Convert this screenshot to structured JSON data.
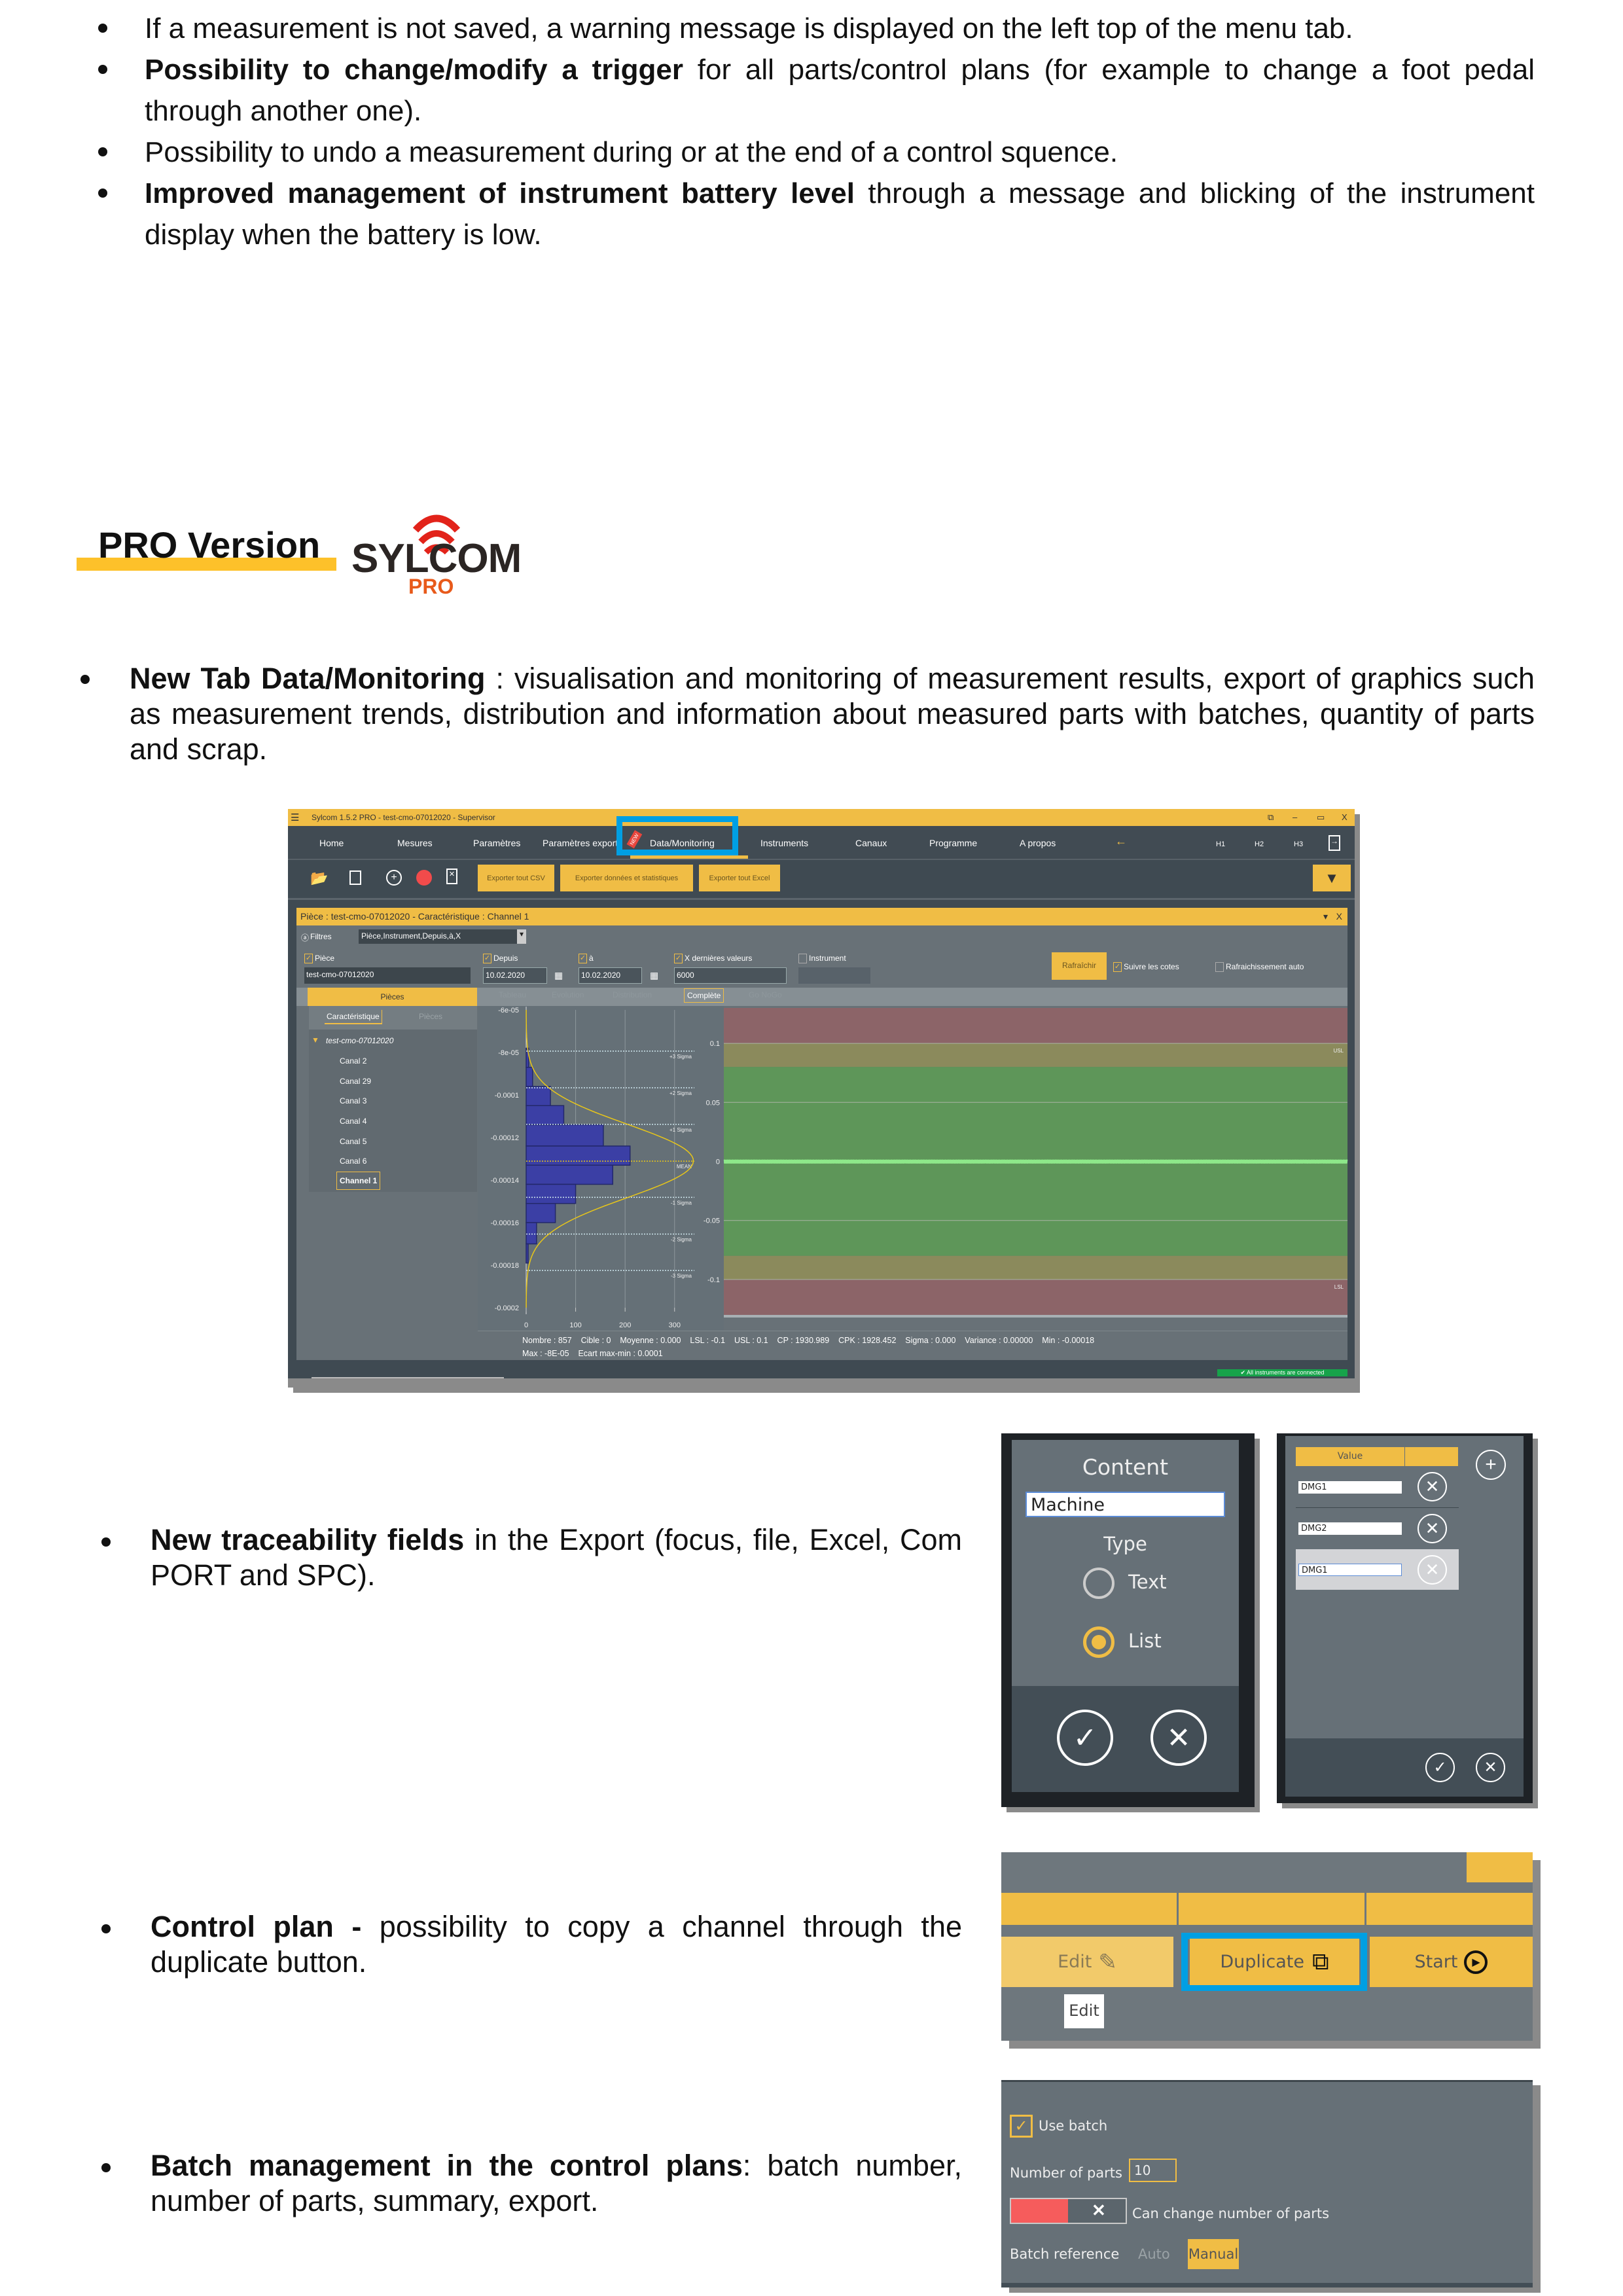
{
  "intro_bullets": [
    {
      "bold": "",
      "text": "If a measurement is not saved, a warning message is displayed on the left top of the menu tab."
    },
    {
      "bold": "Possibility to change/modify a trigger",
      "text": " for all parts/control plans (for example to change a foot pedal through another one)."
    },
    {
      "bold": "",
      "text": "Possibility to undo a measurement during or at the end of a control squence."
    },
    {
      "bold": "Improved management of instrument battery level",
      "text": " through a message and blicking of the instrument display when the battery is low."
    }
  ],
  "pro_section": {
    "heading": "PRO Version",
    "logo_text": "SYLCOM",
    "logo_sub": "PRO",
    "logo_colors": {
      "text": "#2b2523",
      "waves": "#e2231a",
      "sub": "#e85a1b"
    }
  },
  "features": [
    {
      "bold": "New Tab Data/Monitoring",
      "text": " : visualisation and monitoring of measurement results, export of graphics such as measurement trends, distribution and information about measured parts with batches, quantity of parts and scrap."
    },
    {
      "bold": "New traceability fields",
      "text": " in the Export (focus, file, Excel, Com PORT and SPC)."
    },
    {
      "bold": "Control plan -",
      "text": " possibility to copy a channel through the duplicate button."
    },
    {
      "bold": "Batch management in the control plans",
      "text": ": batch number, number of parts, summary, export."
    }
  ],
  "app": {
    "title": "Sylcom 1.5.2 PRO - test-cmo-07012020 - Supervisor",
    "window_controls": [
      "⧉",
      "–",
      "▭",
      "X"
    ],
    "nav": {
      "tabs": [
        "Home",
        "Mesures",
        "Paramètres",
        "Paramètres export",
        "Data/Monitoring",
        "Instruments",
        "Canaux",
        "Programme",
        "A propos"
      ],
      "active": "Data/Monitoring",
      "new_badge": "NEW",
      "back_icon": "←",
      "h_buttons": [
        "H1",
        "H2",
        "H3"
      ]
    },
    "toolbar": {
      "icons": [
        "open-folder-icon",
        "save-icon",
        "add-icon",
        "record-icon",
        "delete-file-icon"
      ],
      "buttons": [
        "Exporter tout CSV",
        "Exporter données et statistiques",
        "Exporter tout Excel"
      ]
    },
    "header": "Pièce : test-cmo-07012020 - Caractéristique : Channel 1",
    "filters": {
      "label": "Filtres",
      "value": "Pièce,Instrument,Depuis,à,X"
    },
    "fields": {
      "piece": {
        "label": "Pièce",
        "checked": true,
        "value": "test-cmo-07012020"
      },
      "depuis": {
        "label": "Depuis",
        "checked": true,
        "value": "10.02.2020"
      },
      "a": {
        "label": "à",
        "checked": true,
        "value": "10.02.2020"
      },
      "x_last": {
        "label": "X dernières valeurs",
        "checked": true,
        "value": "6000"
      },
      "instrument": {
        "label": "Instrument",
        "checked": false,
        "value": ""
      }
    },
    "refresh": "Rafraîchir",
    "follow": {
      "label": "Suivre les cotes",
      "checked": true
    },
    "auto_refresh": {
      "label": "Rafraichissement auto",
      "checked": false
    },
    "left_tab": "Pièces",
    "sub_tabs": [
      "Caractéristique",
      "Pièces"
    ],
    "view_tabs": [
      "Tableau",
      "Evolution",
      "Distribution",
      "Complète",
      "Go NoGo"
    ],
    "active_view": "Complète",
    "tree": {
      "root": "test-cmo-07012020",
      "items": [
        "Canal 2",
        "Canal 29",
        "Canal 3",
        "Canal 4",
        "Canal 5",
        "Canal 6",
        "Channel 1"
      ],
      "selected": "Channel 1"
    },
    "stats_line1": "Nombre : 857    Cible : 0    Moyenne : 0.000    LSL : -0.1    USL : 0.1    CP : 1930.989    CPK : 1928.452    Sigma : 0.000    Variance : 0.00000    Min : -0.00018",
    "stats_line2": "Max : -8E-05    Ecart max-min : 0.0001",
    "status": "✔ All instruments are connected",
    "colors": {
      "accent": "#f0bd45",
      "highlight": "#009fe3",
      "background": "#3f4a52"
    }
  },
  "chart_data": [
    {
      "type": "bar",
      "orientation": "horizontal",
      "title": "",
      "bin_edges": [
        -7.8e-05,
        -8.7e-05,
        -9.6e-05,
        -0.000105,
        -0.000114,
        -0.000124,
        -0.000133,
        -0.000142,
        -0.000151,
        -0.00016,
        -0.00017,
        -0.000179
      ],
      "values": [
        5,
        13,
        49,
        76,
        156,
        210,
        175,
        100,
        59,
        21,
        4
      ],
      "ylim": [
        -6e-05,
        -0.0002
      ],
      "yticks": [
        "-6e-05",
        "-8e-05",
        "-0.0001",
        "-0.00012",
        "-0.00014",
        "-0.00016",
        "-0.00018",
        "-0.0002"
      ],
      "ytick_values": [
        -6e-05,
        -8e-05,
        -0.0001,
        -0.00012,
        -0.00014,
        -0.00016,
        -0.00018,
        -0.0002
      ],
      "xlim": [
        0,
        340
      ],
      "xticks": [
        0,
        100,
        200,
        300
      ],
      "normal_curve": {
        "mean": -0.000131,
        "sigma": 1.72e-05,
        "peak": 338
      },
      "sigma_lines": [
        {
          "label": "+3 Sigma",
          "value": -7.94e-05
        },
        {
          "label": "+2 Sigma",
          "value": -9.66e-05
        },
        {
          "label": "+1 Sigma",
          "value": -0.0001138
        },
        {
          "label": "MEAN",
          "value": -0.0001311
        },
        {
          "label": "-1 Sigma",
          "value": -0.0001481
        },
        {
          "label": "-2 Sigma",
          "value": -0.0001654
        },
        {
          "label": "-3 Sigma",
          "value": -0.0001825
        }
      ],
      "colors": {
        "bars": "#3b3fa5",
        "curve": "#e8c619",
        "sigma": "#cfe6ee"
      }
    },
    {
      "type": "line",
      "title": "",
      "ylim": [
        -0.13,
        0.13
      ],
      "yticks": [
        0.1,
        0.05,
        0,
        -0.05,
        -0.1
      ],
      "ytick_labels": [
        "0.1",
        "0.05",
        "0",
        "-0.05",
        "-0.1"
      ],
      "usl": 0.1,
      "lsl": -0.1,
      "usl_label": "USL",
      "lsl_label": "LSL",
      "zones": [
        {
          "from": 0.1,
          "to": 0.13,
          "color": "#8c6468"
        },
        {
          "from": 0.08,
          "to": 0.1,
          "color": "#8b8a5c"
        },
        {
          "from": -0.08,
          "to": 0.08,
          "color": "#5e9659"
        },
        {
          "from": -0.1,
          "to": -0.08,
          "color": "#8b8a5c"
        },
        {
          "from": -0.13,
          "to": -0.1,
          "color": "#8c6468"
        }
      ],
      "series": [
        {
          "count": 857,
          "min": -0.00018,
          "max": -8e-05,
          "color": "#8ee88a"
        }
      ]
    }
  ],
  "content_dialog": {
    "title": "Content",
    "value": "Machine",
    "type_label": "Type",
    "options": [
      "Text",
      "List"
    ],
    "selected": "List"
  },
  "list_dialog": {
    "header": "Value",
    "rows": [
      "DMG1",
      "DMG2",
      "DMG1"
    ]
  },
  "control_plan": {
    "buttons": [
      "Edit",
      "Duplicate",
      "Start"
    ],
    "tooltip": "Edit"
  },
  "batch": {
    "use_batch": "Use batch",
    "use_batch_checked": true,
    "parts_label": "Number of parts",
    "parts_value": "10",
    "toggle_label": "Can change number of parts",
    "toggle_on": false,
    "ref_label": "Batch reference",
    "ref_options": [
      "Auto",
      "Manual"
    ],
    "ref_selected": "Manual"
  }
}
